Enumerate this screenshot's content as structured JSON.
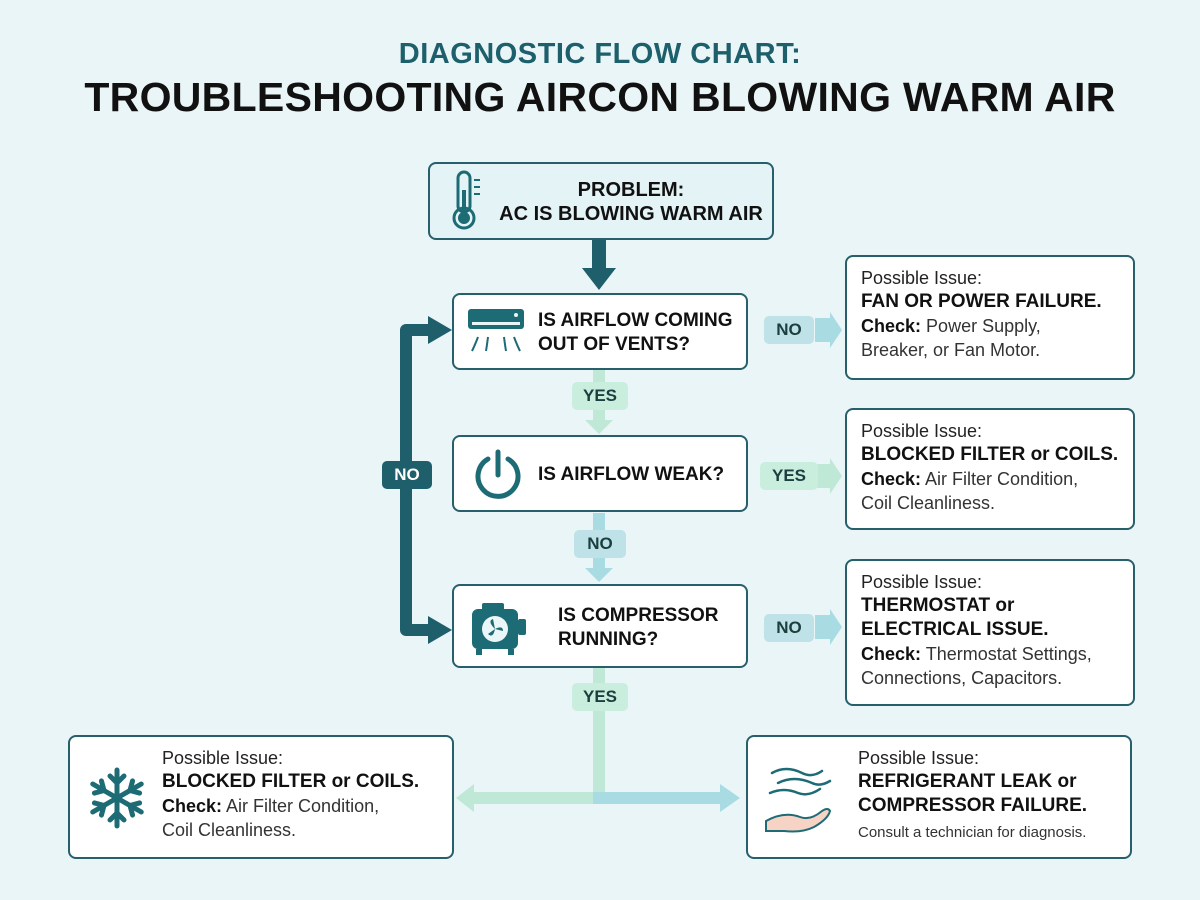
{
  "header": {
    "subtitle": "DIAGNOSTIC FLOW CHART:",
    "title": "TROUBLESHOOTING AIRCON BLOWING WARM AIR"
  },
  "problem": {
    "line1": "PROBLEM:",
    "line2": "AC IS BLOWING WARM AIR",
    "icon": "thermometer-icon"
  },
  "questions": [
    {
      "line1": "IS AIRFLOW COMING",
      "line2": "OUT OF VENTS?",
      "icon": "air-conditioner-icon"
    },
    {
      "line1": "IS AIRFLOW WEAK?",
      "line2": "",
      "icon": "power-icon"
    },
    {
      "line1": "IS COMPRESSOR",
      "line2": "RUNNING?",
      "icon": "compressor-icon"
    }
  ],
  "labels": {
    "q1_right": "NO",
    "q1_down": "YES",
    "q2_right": "YES",
    "q2_down": "NO",
    "q3_right": "NO",
    "q3_down": "YES",
    "loop_back": "NO"
  },
  "issues": {
    "fan_power": {
      "head": "Possible Issue:",
      "title": "FAN OR POWER FAILURE.",
      "check_label": "Check:",
      "check_line1": "Power Supply,",
      "check_line2": "Breaker, or Fan Motor."
    },
    "blocked_right": {
      "head": "Possible Issue:",
      "title": "BLOCKED FILTER or COILS.",
      "check_label": "Check:",
      "check_line1": "Air Filter Condition,",
      "check_line2": "Coil Cleanliness."
    },
    "thermostat": {
      "head": "Possible Issue:",
      "title_line1": "THERMOSTAT or",
      "title_line2": "ELECTRICAL ISSUE.",
      "check_label": "Check:",
      "check_line1": "Thermostat Settings,",
      "check_line2": "Connections, Capacitors."
    },
    "blocked_bottom": {
      "head": "Possible Issue:",
      "title": "BLOCKED FILTER or COILS.",
      "check_label": "Check:",
      "check_line1": "Air Filter Condition,",
      "check_line2": "Coil Cleanliness.",
      "icon": "snowflake-icon"
    },
    "refrigerant": {
      "head": "Possible Issue:",
      "title_line1": "REFRIGERANT LEAK or",
      "title_line2": "COMPRESSOR FAILURE.",
      "note": "Consult a technician for diagnosis.",
      "icon": "hand-airflow-icon"
    }
  },
  "colors": {
    "background": "#eaf5f7",
    "primary_teal": "#1f5f6b",
    "icon_teal": "#1d6b74",
    "yes_green": "#c9eedd",
    "no_light": "#bfe2e8",
    "arrow_light": "#a9dbe3",
    "arrow_green": "#bfe9d6"
  }
}
